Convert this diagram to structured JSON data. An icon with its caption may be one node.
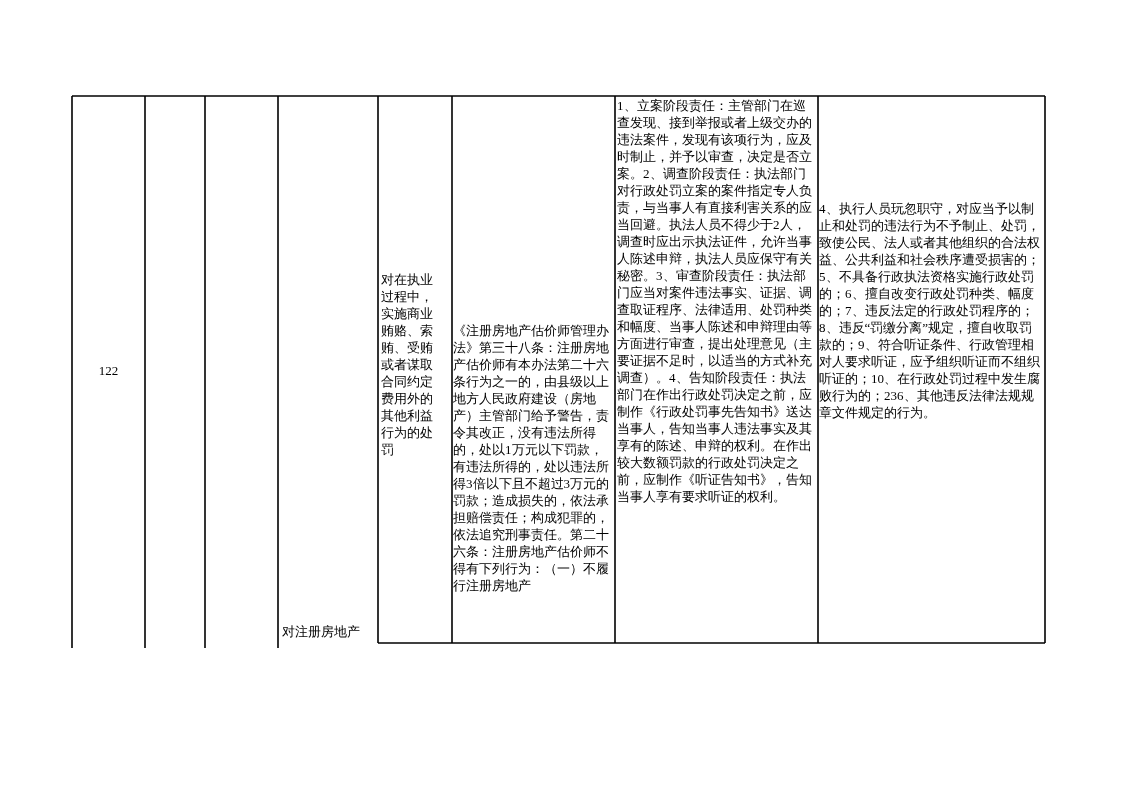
{
  "diagram": {
    "labels": [
      "122",
      "对注册房地产",
      "对在执业过程中，实施商业贿赂、索贿、受贿或者谋取合同约定费用外的其他利益行为的处罚",
      "《注册房地产估价师管理办法》第三十八条：注册房地产估价师有本办法第二十六条行为之一的，由县级以上地方人民政府建设（房地产）主管部门给予警告，责令其改正，没有违法所得的，处以1万元以下罚款，有违法所得的，处以违法所得3倍以下且不超过3万元的罚款；造成损失的，依法承担赔偿责任；构成犯罪的，依法追究刑事责任。第二十六条：注册房地产估价师不得有下列行为：（一）不履行注册房地产",
      "1、立案阶段责任：主管部门在巡查发现、接到举报或者上级交办的违法案件，发现有该项行为，应及时制止，并予以审查，决定是否立案。2、调查阶段责任：执法部门对行政处罚立案的案件指定专人负责，与当事人有直接利害关系的应当回避。执法人员不得少于2人，调查时应出示执法证件，允许当事人陈述申辩，执法人员应保守有关秘密。3、审查阶段责任：执法部门应当对案件违法事实、证据、调查取证程序、法律适用、处罚种类和幅度、当事人陈述和申辩理由等方面进行审查，提出处理意见（主要证据不足时，以适当的方式补充调查）。4、告知阶段责任：执法部门在作出行政处罚决定之前，应制作《行政处罚事先告知书》送达当事人，告知当事人违法事实及其享有的陈述、申辩的权利。在作出较大数额罚款的行政处罚决定之前，应制作《听证告知书》，告知当事人享有要求听证的权利。",
      "4、执行人员玩忽职守，对应当予以制止和处罚的违法行为不予制止、处罚，致使公民、法人或者其他组织的合法权益、公共利益和社会秩序遭受损害的；5、不具备行政执法资格实施行政处罚的；6、擅自改变行政处罚种类、幅度的；7、违反法定的行政处罚程序的；8、违反“罚缴分离”规定，擅自收取罚款的；9、符合听证条件、行政管理相对人要求听证，应予组织听证而不组织听证的；10、在行政处罚过程中发生腐败行为的；236、其他违反法律法规规章文件规定的行为。"
    ]
  }
}
